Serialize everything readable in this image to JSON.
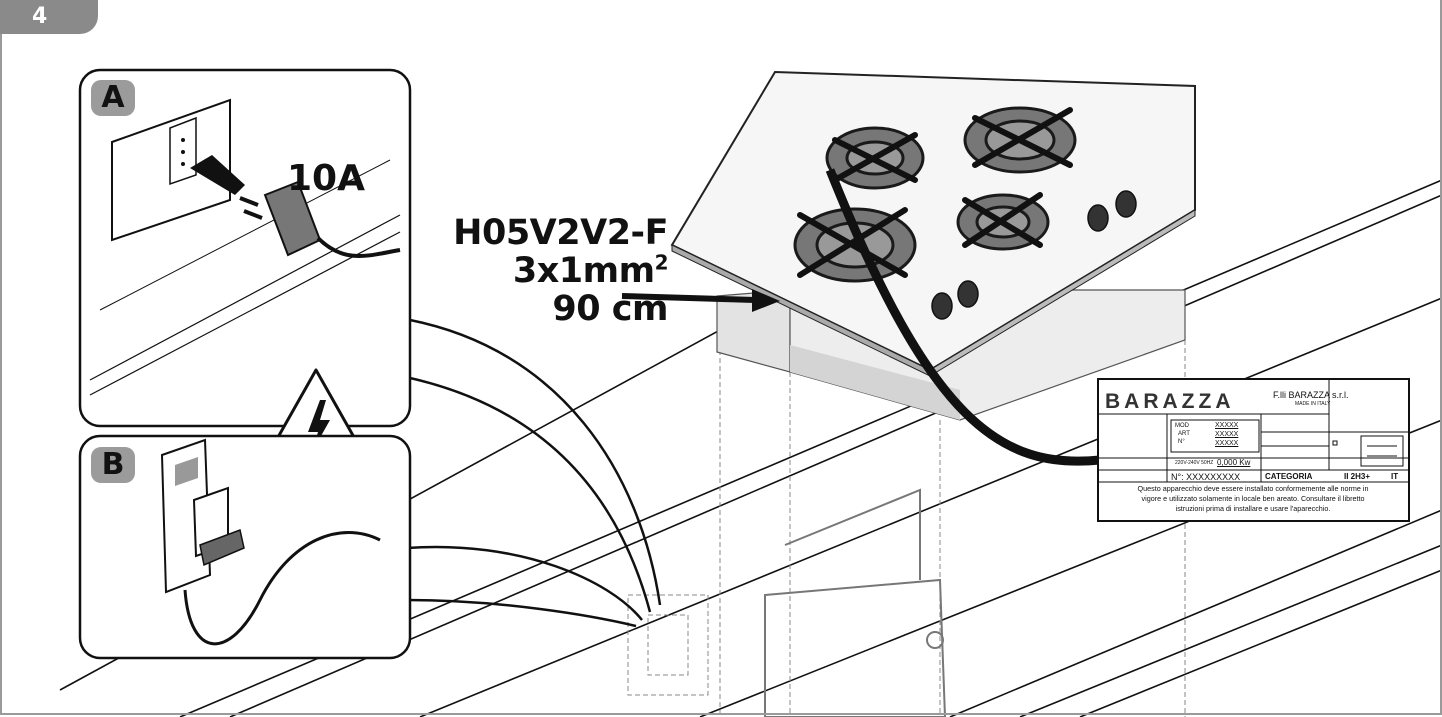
{
  "step": {
    "number": "4"
  },
  "panel_a": {
    "badge": "A",
    "current_rating": "10A"
  },
  "panel_b": {
    "badge": "B"
  },
  "cable_spec": {
    "type": "H05V2V2-F",
    "section": "3x1mm",
    "section_superscript": "2",
    "length": "90 cm"
  },
  "rating_plate": {
    "brand": "BARAZZA",
    "company": "F.lli BARAZZA s.r.l.",
    "made_in": "MADE IN ITALY",
    "mod_label": "MOD",
    "art_label": "ART",
    "no_label": "N°",
    "mod_value": "XXXXX",
    "art_value": "XXXXX",
    "no_value": "XXXXX",
    "voltage": "220V-240V 50HZ",
    "power": "0,000 Kw",
    "serial": "N°: XXXXXXXXX",
    "category_label": "CATEGORIA",
    "category_value": "II 2H3+",
    "country": "IT",
    "notice_line1": "Questo apparecchio deve essere installato conformemente alle norme in",
    "notice_line2": "vigore e utilizzato solamente in locale ben areato. Consultare il libretto",
    "notice_line3": "istruzioni prima di installare e usare l'aparecchio."
  },
  "icons": [
    "electric-hazard-icon",
    "socket-icon",
    "plug-icon",
    "circuit-breaker-icon",
    "gas-hob-icon",
    "arrow-icon"
  ]
}
